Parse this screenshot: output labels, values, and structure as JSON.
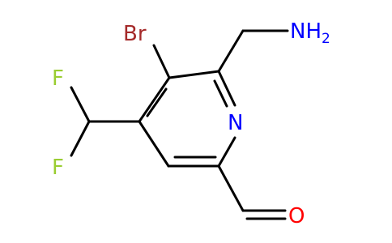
{
  "molecule": {
    "atoms": {
      "bromine": "Br",
      "ring_nitrogen": "N",
      "amine": "NH",
      "amine_subscript": "2",
      "fluorine_top": "F",
      "fluorine_bottom": "F",
      "aldehyde_oxygen": "O"
    },
    "colors": {
      "bond": "#000000",
      "bromine": "#a52a2a",
      "nitrogen": "#0000ff",
      "fluorine": "#9acd32",
      "oxygen": "#ff0000"
    }
  }
}
